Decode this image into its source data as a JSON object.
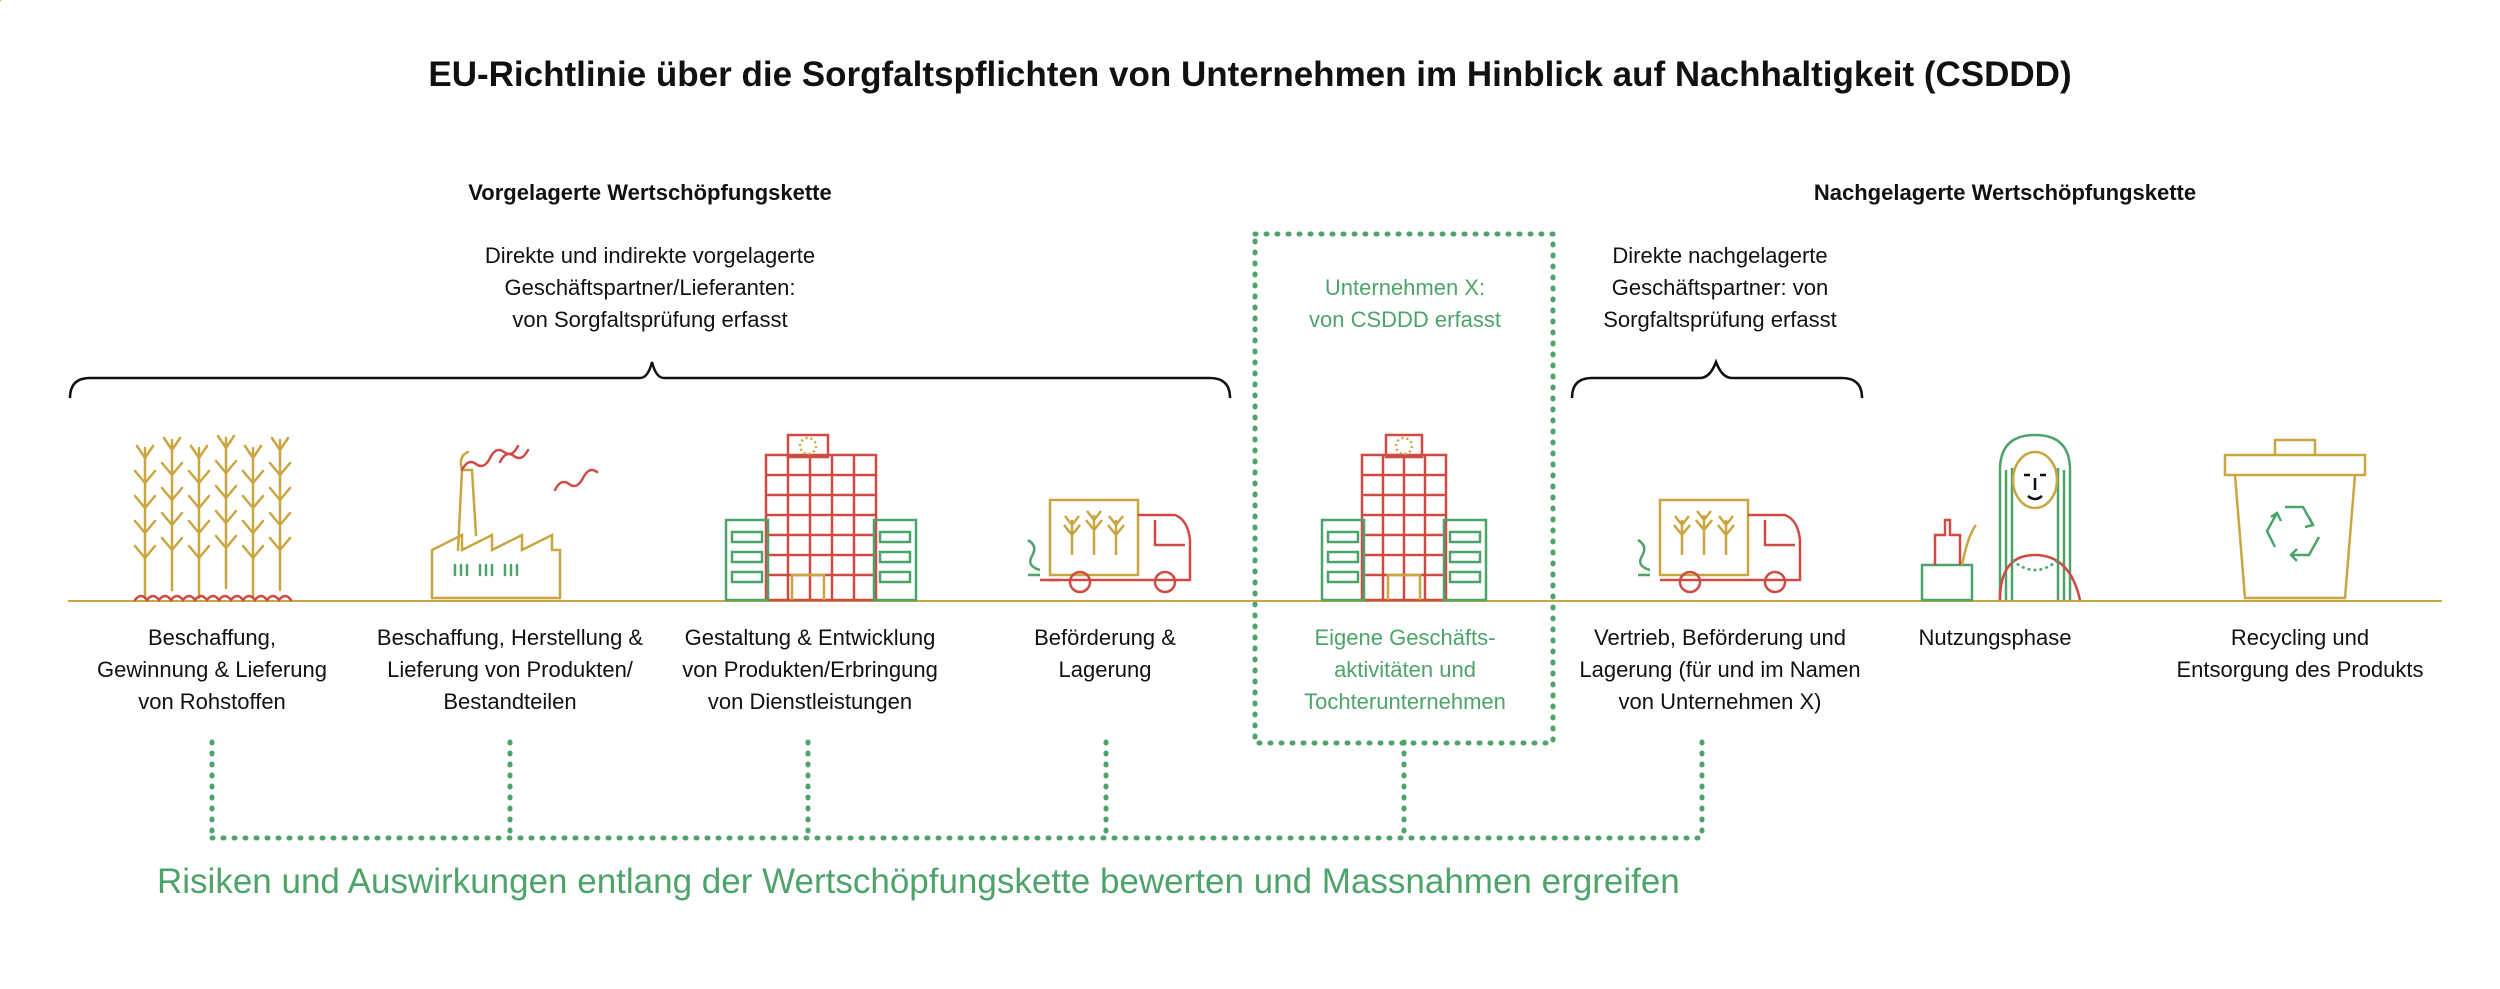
{
  "title": "EU-Richtlinie über die Sorgfaltspflichten von Unternehmen im Hinblick auf Nachhaltigkeit (CSDDD)",
  "upstream": {
    "header": "Vorgelagerte Wertschöpfungskette",
    "description": [
      "Direkte und indirekte vorgelagerte",
      "Geschäftspartner/Lieferanten:",
      "von Sorgfaltsprüfung erfasst"
    ]
  },
  "company": {
    "label": [
      "Unternehmen X:",
      "von CSDDD erfasst"
    ],
    "activities": [
      "Eigene Geschäfts-",
      "aktivitäten und",
      "Tochterunternehmen"
    ]
  },
  "downstream": {
    "header": "Nachgelagerte Wertschöpfungskette",
    "description": [
      "Direkte nachgelagerte",
      "Geschäftspartner: von",
      "Sorgfaltsprüfung erfasst"
    ]
  },
  "stages": [
    {
      "icon": "wheat-field-icon",
      "lines": [
        "Beschaffung,",
        "Gewinnung & Lieferung",
        "von Rohstoffen"
      ]
    },
    {
      "icon": "factory-icon",
      "lines": [
        "Beschaffung, Herstellung &",
        "Lieferung von Produkten/",
        "Bestandteilen"
      ]
    },
    {
      "icon": "office-building-icon",
      "lines": [
        "Gestaltung & Entwicklung",
        "von Produkten/Erbringung",
        "von Dienstleistungen"
      ]
    },
    {
      "icon": "delivery-truck-icon",
      "lines": [
        "Beförderung &",
        "Lagerung"
      ]
    },
    {
      "icon": "company-building-icon",
      "lines": []
    },
    {
      "icon": "distribution-truck-icon",
      "lines": [
        "Vertrieb, Beförderung und",
        "Lagerung (für und im Namen",
        "von Unternehmen X)"
      ]
    },
    {
      "icon": "consumer-icon",
      "lines": [
        "Nutzungsphase"
      ]
    },
    {
      "icon": "recycling-bin-icon",
      "lines": [
        "Recycling und",
        "Entsorgung des Produkts"
      ]
    }
  ],
  "bottom_text": "Risiken und Auswirkungen entlang der Wertschöpfungskette bewerten und Massnahmen ergreifen",
  "colors": {
    "gold": "#c9a640",
    "red": "#cf4a45",
    "green": "#4ea36b",
    "text": "#111111"
  }
}
